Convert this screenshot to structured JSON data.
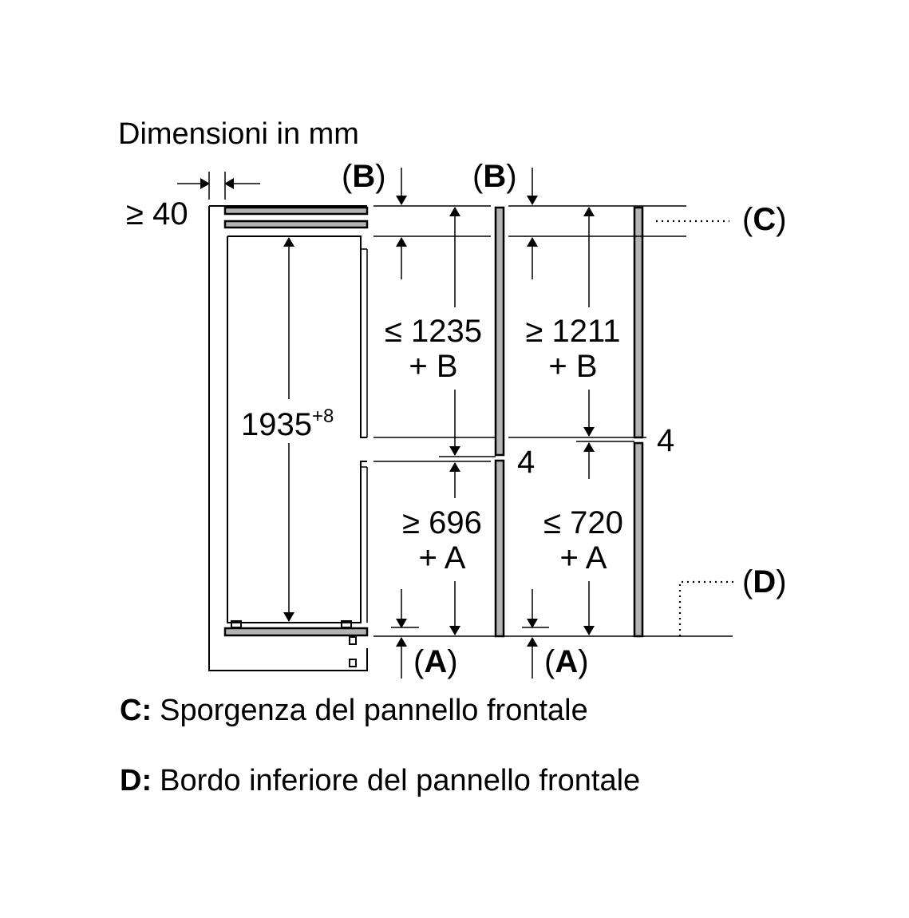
{
  "title": "Dimensioni in mm",
  "labels": {
    "gap_top": "≥ 40",
    "b_label": "B",
    "a_label": "A",
    "c_label": "C",
    "d_label": "D",
    "open_paren": "(",
    "close_paren": ")",
    "height_main": "1935",
    "height_main_tol": "+8",
    "upper_left_1": "≤ 1235",
    "upper_left_2": "+ B",
    "upper_right_1": "≥ 1211",
    "upper_right_2": "+ B",
    "lower_left_1": "≥ 696",
    "lower_left_2": "+ A",
    "lower_right_1": "≤ 720",
    "lower_right_2": "+ A",
    "gap_left": "4",
    "gap_right": "4"
  },
  "legend": [
    {
      "key": "C:",
      "text": "Sporgenza del pannello frontale"
    },
    {
      "key": "D:",
      "text": "Bordo inferiore del pannello frontale"
    }
  ],
  "colors": {
    "panel_fill": "#b3b3b3",
    "line": "#000000",
    "background": "#ffffff"
  }
}
